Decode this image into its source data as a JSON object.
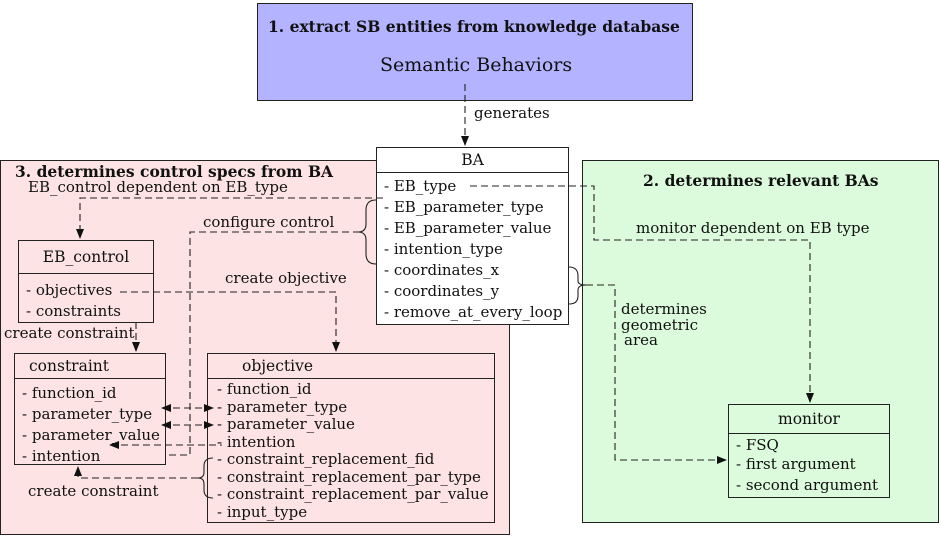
{
  "step1": {
    "title": "1.  extract SB entities from knowledge database",
    "subtitle": "Semantic Behaviors",
    "color": "#b3b3ff"
  },
  "step2": {
    "title": "2.  determines relevant BAs",
    "color": "#dcfadc"
  },
  "step3": {
    "title": "3.  determines control specs from BA",
    "color": "#fde3e3"
  },
  "ba": {
    "title": "BA",
    "items": [
      "- EB_type",
      "- EB_parameter_type",
      "- EB_parameter_value",
      "- intention_type",
      "- coordinates_x",
      "- coordinates_y",
      "- remove_at_every_loop"
    ]
  },
  "eb_control": {
    "title": "EB_control",
    "items": [
      "- objectives",
      "- constraints"
    ]
  },
  "constraint": {
    "title": "constraint",
    "items": [
      "- function_id",
      "- parameter_type",
      "- parameter_value",
      "- intention"
    ]
  },
  "objective": {
    "title": "objective",
    "items": [
      "- function_id",
      "- parameter_type",
      "- parameter_value",
      "- intention",
      "- constraint_replacement_fid",
      "- constraint_replacement_par_type",
      "- constraint_replacement_par_value",
      "- input_type"
    ]
  },
  "monitor": {
    "title": "monitor",
    "items": [
      "- FSQ",
      "- first argument",
      "- second argument"
    ]
  },
  "labels": {
    "generates": "generates",
    "eb_control_dependent": "EB_control dependent on EB_type",
    "configure_control": "configure control",
    "create_objective": "create objective",
    "create_constraint_top": "create constraint",
    "create_constraint_bottom": "create constraint",
    "monitor_dependent": "monitor dependent on EB type",
    "determines_1": "determines",
    "determines_2": "geometric",
    "determines_3": "area"
  }
}
